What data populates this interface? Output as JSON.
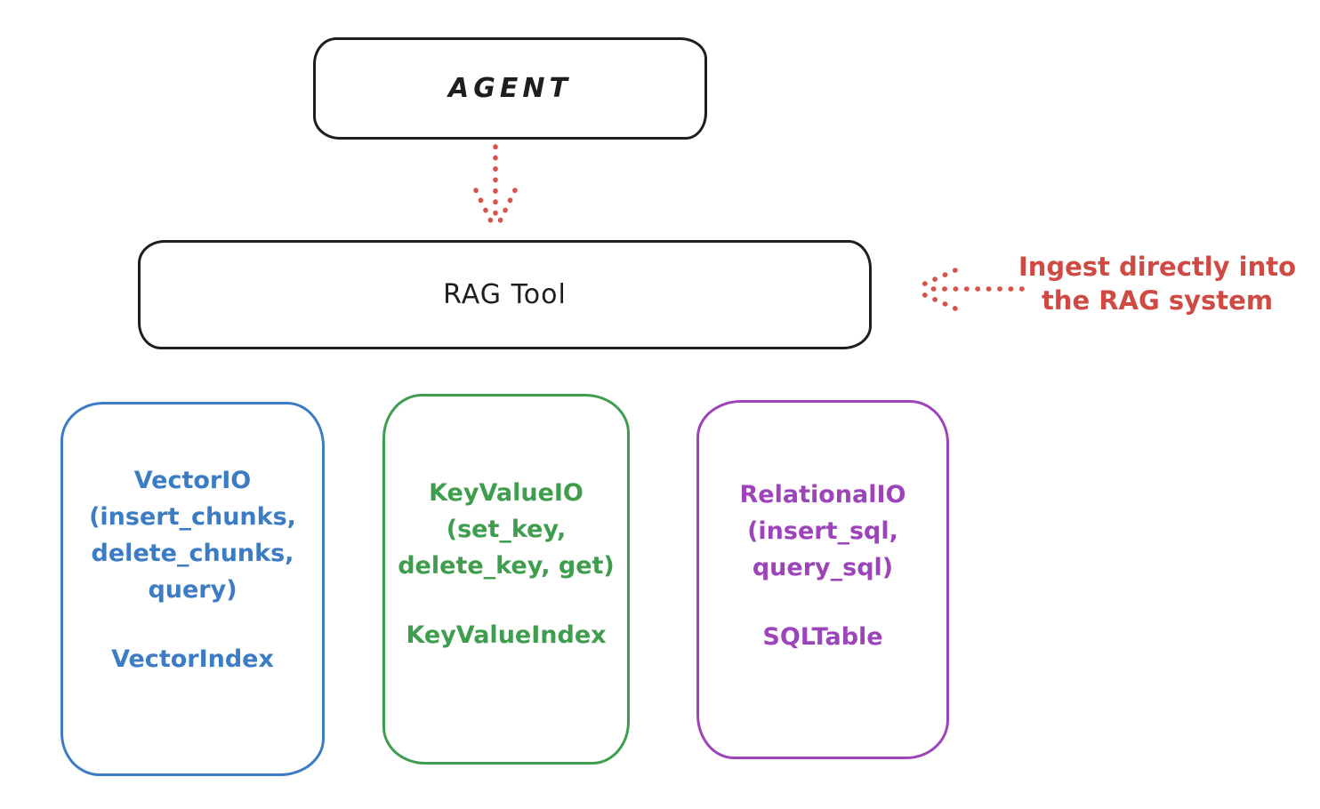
{
  "colors": {
    "ink": "#1e1e1e",
    "annotation_red": "#cf4a43",
    "vector_blue": "#3b7cc4",
    "keyvalue_green": "#3f9e4d",
    "relational_purple": "#9e44bb"
  },
  "agent": {
    "label": "AGENT"
  },
  "rag_tool": {
    "label": "RAG Tool"
  },
  "annotation": {
    "lines": [
      "Ingest directly into",
      "the RAG system"
    ]
  },
  "boxes": [
    {
      "name": "vector-io",
      "lines": [
        "VectorIO",
        "(insert_chunks,",
        "delete_chunks,",
        "query)"
      ],
      "footer": "VectorIndex"
    },
    {
      "name": "keyvalue-io",
      "lines": [
        "KeyValueIO",
        "(set_key,",
        "delete_key, get)"
      ],
      "footer": "KeyValueIndex"
    },
    {
      "name": "relational-io",
      "lines": [
        "RelationalIO",
        "(insert_sql,",
        "query_sql)"
      ],
      "footer": "SQLTable"
    }
  ],
  "arrows": [
    {
      "name": "agent-to-rag-arrow",
      "style": "dotted",
      "direction": "down"
    },
    {
      "name": "ingest-to-rag-arrow",
      "style": "dotted",
      "direction": "left"
    }
  ]
}
